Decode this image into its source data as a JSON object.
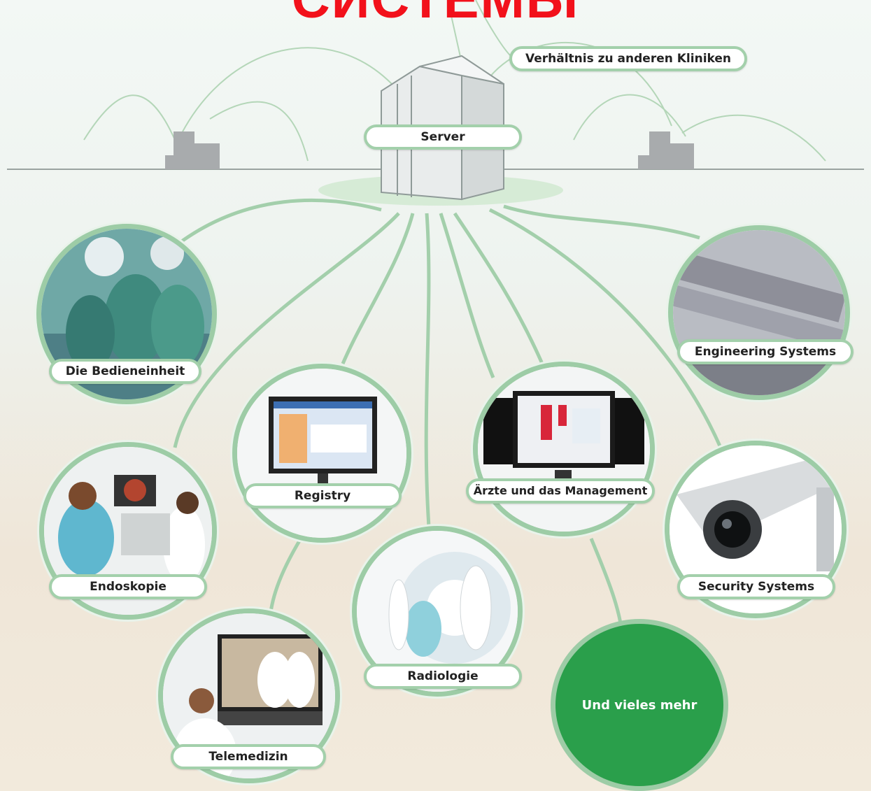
{
  "title": "СИСТЕМЫ",
  "relation_label": "Verhältnis zu anderen Kliniken",
  "server_label": "Server",
  "nodes": {
    "operating_unit": "Die Bedieneinheit",
    "engineering": "Engineering Systems",
    "registry": "Registry",
    "doctors": "Ärzte und das Management",
    "endoscopy": "Endoskopie",
    "security": "Security Systems",
    "radiology": "Radiologie",
    "telemedicine": "Telemedizin",
    "more": "Und vieles mehr"
  },
  "colors": {
    "title": "#f2111b",
    "line_green": "#9dcca6",
    "accent_green": "#2a9f4b"
  }
}
